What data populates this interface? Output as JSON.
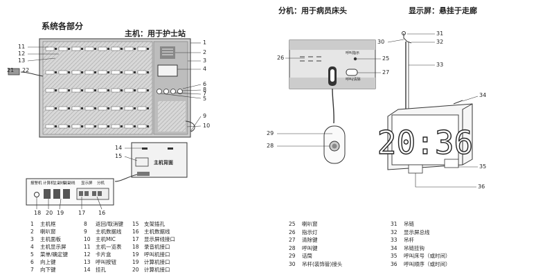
{
  "headings": {
    "system": "系统各部分",
    "host": "主机：用于护士站",
    "bedside": "分机：用于病员床头",
    "display": "显示屏：悬挂于走廊",
    "host_back": "主机背面",
    "clock": "20:36"
  },
  "back_panel_labels": [
    "报警机",
    "计算机",
    "主副线",
    "副副线",
    "显示屏",
    "分机"
  ],
  "ext_labels": [
    "呼叫指示",
    "呼叫/清除"
  ],
  "legend_left": [
    {
      "n": "1",
      "t": "主机框"
    },
    {
      "n": "2",
      "t": "喇叭窗"
    },
    {
      "n": "3",
      "t": "主机面板"
    },
    {
      "n": "4",
      "t": "主机显示屏"
    },
    {
      "n": "5",
      "t": "菜单/确定键"
    },
    {
      "n": "6",
      "t": "向上键"
    },
    {
      "n": "7",
      "t": "向下键"
    },
    {
      "n": "8",
      "t": "返回/取消键"
    },
    {
      "n": "9",
      "t": "主机数据线"
    },
    {
      "n": "10",
      "t": "主机MIC"
    },
    {
      "n": "11",
      "t": "主机一览表"
    },
    {
      "n": "12",
      "t": "卡片盒"
    },
    {
      "n": "13",
      "t": "呼叫按钮"
    },
    {
      "n": "14",
      "t": "挂孔"
    },
    {
      "n": "15",
      "t": "支架插孔"
    },
    {
      "n": "16",
      "t": "主机数据线"
    },
    {
      "n": "17",
      "t": "显示屏线接口"
    },
    {
      "n": "18",
      "t": "录音机接口"
    },
    {
      "n": "19",
      "t": "呼叫机接口"
    },
    {
      "n": "19",
      "t": "计算机接口"
    },
    {
      "n": "20",
      "t": "计算机接口"
    }
  ],
  "legend_right": [
    {
      "n": "25",
      "t": "喇叭窗"
    },
    {
      "n": "26",
      "t": "指示灯"
    },
    {
      "n": "27",
      "t": "清除键"
    },
    {
      "n": "28",
      "t": "呼叫键"
    },
    {
      "n": "29",
      "t": "话筒"
    },
    {
      "n": "30",
      "t": "吊杆(装饰管)接头"
    },
    {
      "n": "31",
      "t": "吊链"
    },
    {
      "n": "32",
      "t": "显示屏总线"
    },
    {
      "n": "33",
      "t": "吊杆"
    },
    {
      "n": "34",
      "t": "吊链挂钩"
    },
    {
      "n": "35",
      "t": "呼叫床号（或时间）"
    },
    {
      "n": "36",
      "t": "呼叫顺序（或时间）"
    }
  ],
  "callouts": {
    "host": [
      "1",
      "2",
      "3",
      "4",
      "6",
      "8",
      "7",
      "5",
      "9",
      "10",
      "11",
      "12",
      "13",
      "21",
      "22"
    ],
    "back": [
      "14",
      "15",
      "18",
      "20",
      "19",
      "17",
      "16"
    ],
    "ext": [
      "26",
      "25",
      "27",
      "29",
      "28"
    ],
    "disp": [
      "31",
      "30",
      "32",
      "33",
      "34",
      "35",
      "36"
    ]
  }
}
